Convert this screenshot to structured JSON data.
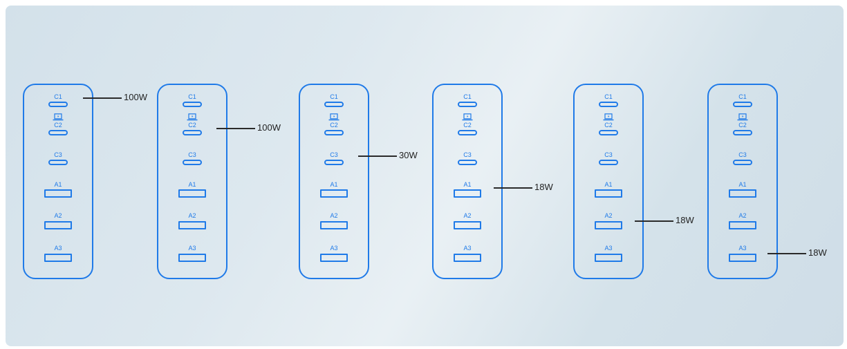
{
  "ports": {
    "c1": "C1",
    "c2": "C2",
    "c3": "C3",
    "a1": "A1",
    "a2": "A2",
    "a3": "A3"
  },
  "chargers": [
    {
      "active_port": "C1",
      "watts": "100W"
    },
    {
      "active_port": "C2",
      "watts": "100W"
    },
    {
      "active_port": "C3",
      "watts": "30W"
    },
    {
      "active_port": "A1",
      "watts": "18W"
    },
    {
      "active_port": "A2",
      "watts": "18W"
    },
    {
      "active_port": "A3",
      "watts": "18W"
    }
  ],
  "icons": {
    "laptop": "laptop-charging-icon"
  },
  "colors": {
    "accent": "#1f7ae8",
    "callout_line": "#2a2a2a",
    "background": "#d9e6ee"
  }
}
